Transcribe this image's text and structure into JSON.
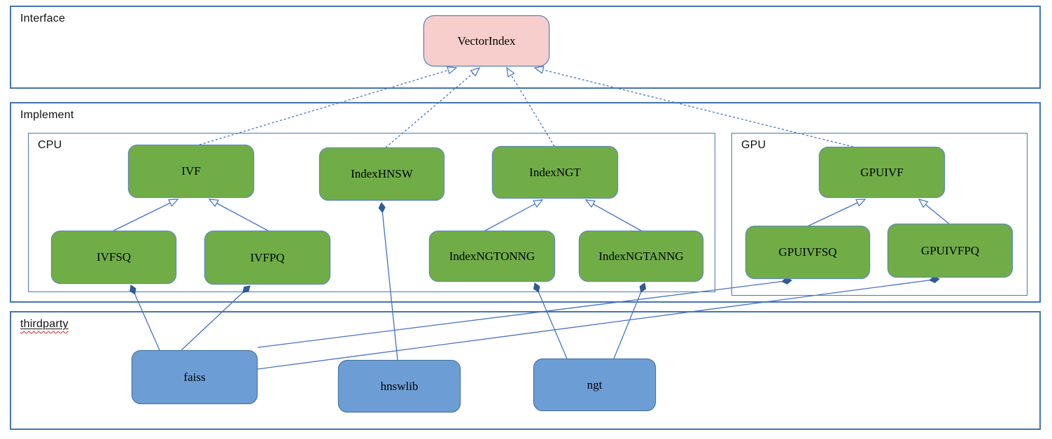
{
  "sections": {
    "interface": {
      "label": "Interface"
    },
    "implement": {
      "label": "Implement"
    },
    "thirdparty": {
      "label": "thirdparty"
    }
  },
  "groups": {
    "cpu": {
      "label": "CPU"
    },
    "gpu": {
      "label": "GPU"
    }
  },
  "nodes": {
    "vectorindex": {
      "label": "VectorIndex",
      "kind": "interface"
    },
    "ivf": {
      "label": "IVF",
      "kind": "cpu-implementation"
    },
    "indexhnsw": {
      "label": "IndexHNSW",
      "kind": "cpu-implementation"
    },
    "indexngt": {
      "label": "IndexNGT",
      "kind": "cpu-implementation"
    },
    "gpuivf": {
      "label": "GPUIVF",
      "kind": "gpu-implementation"
    },
    "ivfsq": {
      "label": "IVFSQ",
      "kind": "cpu-implementation"
    },
    "ivfpq": {
      "label": "IVFPQ",
      "kind": "cpu-implementation"
    },
    "indexngtonng": {
      "label": "IndexNGTONNG",
      "kind": "cpu-implementation"
    },
    "indexngtanng": {
      "label": "IndexNGTANNG",
      "kind": "cpu-implementation"
    },
    "gpuivfsq": {
      "label": "GPUIVFSQ",
      "kind": "gpu-implementation"
    },
    "gpuivfpq": {
      "label": "GPUIVFPQ",
      "kind": "gpu-implementation"
    },
    "faiss": {
      "label": "faiss",
      "kind": "thirdparty-library"
    },
    "hnswlib": {
      "label": "hnswlib",
      "kind": "thirdparty-library"
    },
    "ngt": {
      "label": "ngt",
      "kind": "thirdparty-library"
    }
  },
  "edges": [
    {
      "from": "ivf",
      "to": "vectorindex",
      "type": "realization-dashed-hollow-arrow"
    },
    {
      "from": "indexhnsw",
      "to": "vectorindex",
      "type": "realization-dashed-hollow-arrow"
    },
    {
      "from": "indexngt",
      "to": "vectorindex",
      "type": "realization-dashed-hollow-arrow"
    },
    {
      "from": "gpuivf",
      "to": "vectorindex",
      "type": "realization-dashed-hollow-arrow"
    },
    {
      "from": "ivfsq",
      "to": "ivf",
      "type": "generalization-hollow-arrow"
    },
    {
      "from": "ivfpq",
      "to": "ivf",
      "type": "generalization-hollow-arrow"
    },
    {
      "from": "indexngtonng",
      "to": "indexngt",
      "type": "generalization-hollow-arrow"
    },
    {
      "from": "indexngtanng",
      "to": "indexngt",
      "type": "generalization-hollow-arrow"
    },
    {
      "from": "gpuivfsq",
      "to": "gpuivf",
      "type": "generalization-hollow-arrow"
    },
    {
      "from": "gpuivfpq",
      "to": "gpuivf",
      "type": "generalization-hollow-arrow"
    },
    {
      "from": "hnswlib",
      "to": "indexhnsw",
      "type": "composition-filled-diamond"
    },
    {
      "from": "ngt",
      "to": "indexngtonng",
      "type": "composition-filled-diamond"
    },
    {
      "from": "ngt",
      "to": "indexngtanng",
      "type": "composition-filled-diamond"
    },
    {
      "from": "faiss",
      "to": "ivfsq",
      "type": "composition-filled-diamond"
    },
    {
      "from": "faiss",
      "to": "ivfpq",
      "type": "composition-filled-diamond"
    },
    {
      "from": "faiss",
      "to": "gpuivfsq",
      "type": "composition-filled-diamond"
    },
    {
      "from": "faiss",
      "to": "gpuivfpq",
      "type": "composition-filled-diamond"
    }
  ],
  "colors": {
    "interface_node_fill": "#f8cecc",
    "implementation_node_fill": "#70ad47",
    "thirdparty_node_fill": "#6d9dd5",
    "connector_stroke": "#4472c4",
    "diamond_fill": "#2f5b96",
    "frame_border": "#4474b4",
    "spellcheck_squiggle": "#cf2020"
  }
}
